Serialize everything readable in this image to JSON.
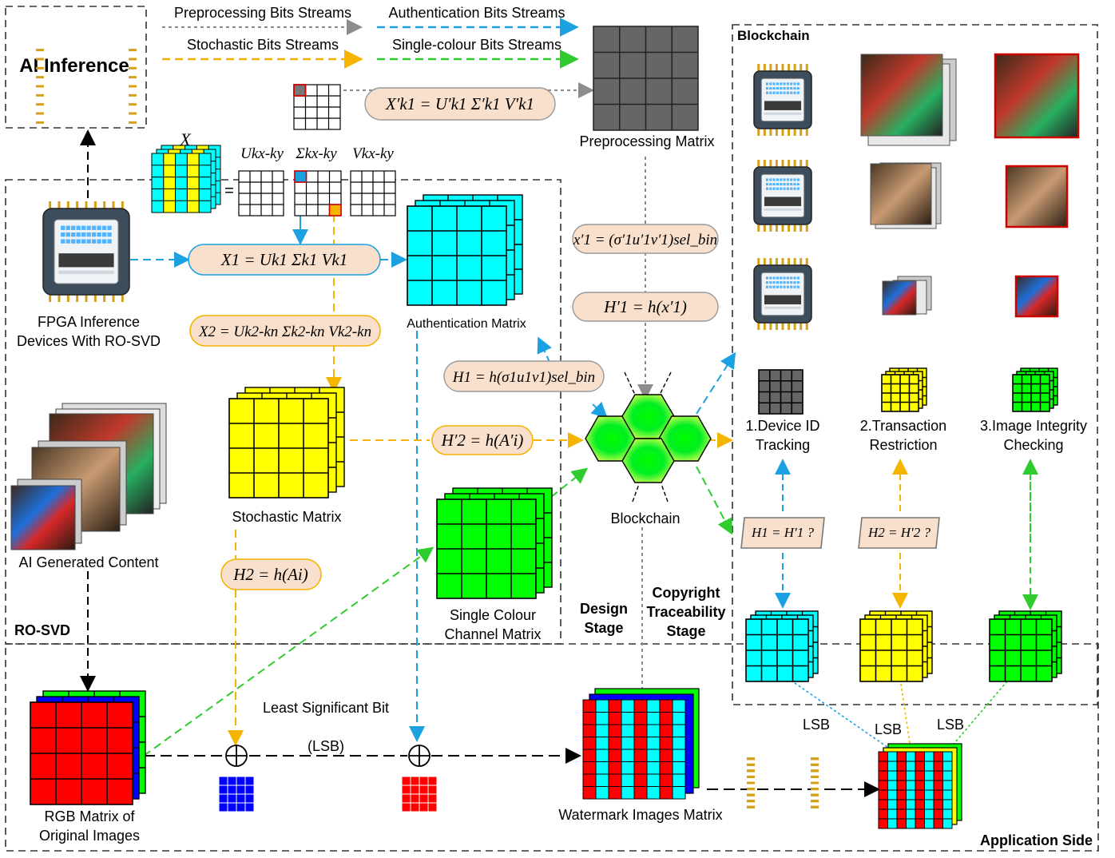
{
  "legend": {
    "preprocessing": "Preprocessing Bits Streams",
    "authentication": "Authentication Bits Streams",
    "stochastic": "Stochastic Bits Streams",
    "single_colour": "Single-colour Bits Streams"
  },
  "regions": {
    "ai_inference": "AI Inference",
    "blockchain_panel": "Blockchain",
    "ro_svd": "RO-SVD",
    "design_stage_1": "Design",
    "design_stage_2": "Stage",
    "copyright_1": "Copyright",
    "copyright_2": "Traceability",
    "copyright_3": "Stage",
    "application_side": "Application Side"
  },
  "labels": {
    "fpga_1": "FPGA Inference",
    "fpga_2": "Devices With RO-SVD",
    "aigc": "AI Generated Content",
    "preprocessing_matrix": "Preprocessing Matrix",
    "authentication_matrix": "Authentication Matrix",
    "stochastic_matrix": "Stochastic Matrix",
    "single_colour_1": "Single Colour",
    "single_colour_2": "Channel Matrix",
    "blockchain_center": "Blockchain",
    "rgb_1": "RGB Matrix of",
    "rgb_2": "Original Images",
    "watermark": "Watermark Images Matrix",
    "lsb_full": "Least Significant Bit",
    "lsb_paren": "(LSB)",
    "lsb_1": "LSB",
    "lsb_2": "LSB",
    "lsb_3": "LSB",
    "device_id_1": "1.Device ID",
    "device_id_2": "Tracking",
    "transaction_1": "2.Transaction",
    "transaction_2": "Restriction",
    "integrity_1": "3.Image Integrity",
    "integrity_2": "Checking"
  },
  "formulas": {
    "x_prime": "X′k1 = U′k1 Σ′k1 V′k1",
    "x1": "X1 = Uk1 Σk1 Vk1",
    "x2": "X2 = Uk2-kn Σk2-kn Vk2-kn",
    "x1_bin": "x′1 = (σ′1u′1v′1)sel_bin",
    "h1_prime": "H′1 = h(x′1)",
    "h1": "H1 = h(σ1u1v1)sel_bin",
    "h2_prime": "H′2 = h(A′i)",
    "h2": "H2 = h(Ai)",
    "check1": "H1 = H′1 ?",
    "check2": "H2 = H′2 ?",
    "svd_x": "X",
    "svd_u": "Ukx-ky",
    "svd_s": "Σkx-ky",
    "svd_v": "Vkx-ky",
    "equals": "="
  },
  "colors": {
    "preprocessing": "#8c8c8c",
    "authentication": "#1ba1e2",
    "stochastic": "#f5b400",
    "single_colour": "#2ecc2e",
    "cyan": "#00ffff",
    "yellow": "#ffff00",
    "green": "#00ff00",
    "red": "#ff0000",
    "blue": "#0000ff",
    "gray": "#666666",
    "formula_fill": "#f8e0cc"
  }
}
